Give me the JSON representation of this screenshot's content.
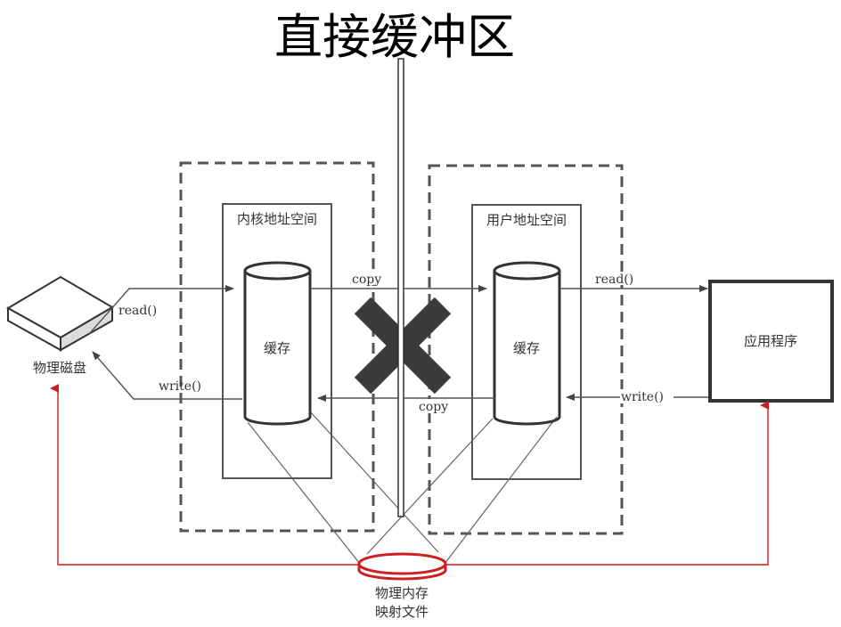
{
  "title": "直接缓冲区",
  "nodes": {
    "disk": {
      "label": "物理磁盘"
    },
    "kernel_space": {
      "label": "内核地址空间",
      "buffer_label": "缓存"
    },
    "user_space": {
      "label": "用户地址空间",
      "buffer_label": "缓存"
    },
    "application": {
      "label": "应用程序"
    },
    "mapped_file": {
      "label_line1": "物理内存",
      "label_line2": "映射文件"
    }
  },
  "edges": {
    "disk_to_kernel": "read()",
    "kernel_to_disk": "write()",
    "kernel_to_user_copy": "copy",
    "user_to_kernel_copy": "copy",
    "user_to_app": "read()",
    "app_to_user": "write()"
  },
  "colors": {
    "line": "#555555",
    "dark": "#3a3a3a",
    "accent_red": "#cc1f1f",
    "cross": "#3a3a3a"
  }
}
